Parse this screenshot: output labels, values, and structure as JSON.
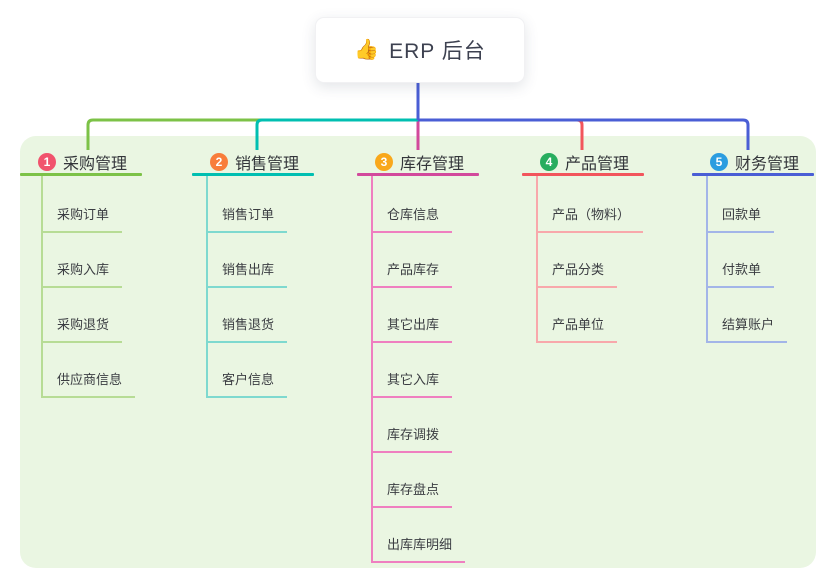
{
  "root_node": {
    "icon": "thumbs-up",
    "icon_char": "👍",
    "label": "ERP 后台"
  },
  "colors": {
    "page_bg": "#ffffff",
    "panel_bg": "#eaf6e2",
    "root_connector": "#4a5ed5",
    "title_text": "#33353a",
    "child_text": "#3b3d42"
  },
  "branches": [
    {
      "badge": "1",
      "label": "采购管理",
      "badge_color": "#f1536d",
      "line_color": "#7cc247",
      "child_line_color": "#b7dc95",
      "children": [
        "采购订单",
        "采购入库",
        "采购退货",
        "供应商信息"
      ]
    },
    {
      "badge": "2",
      "label": "销售管理",
      "badge_color": "#f87d3b",
      "line_color": "#00bfb1",
      "child_line_color": "#7ed9cf",
      "children": [
        "销售订单",
        "销售出库",
        "销售退货",
        "客户信息"
      ]
    },
    {
      "badge": "3",
      "label": "库存管理",
      "badge_color": "#f9a81b",
      "line_color": "#d2499c",
      "child_line_color": "#ef7fc0",
      "children": [
        "仓库信息",
        "产品库存",
        "其它出库",
        "其它入库",
        "库存调拨",
        "库存盘点",
        "出库库明细"
      ]
    },
    {
      "badge": "4",
      "label": "产品管理",
      "badge_color": "#28ad5f",
      "line_color": "#f2555c",
      "child_line_color": "#f8a8ab",
      "children": [
        "产品（物料）",
        "产品分类",
        "产品单位"
      ]
    },
    {
      "badge": "5",
      "label": "财务管理",
      "badge_color": "#2b9de0",
      "line_color": "#4a5ed5",
      "child_line_color": "#a3b5e8",
      "children": [
        "回款单",
        "付款单",
        "结算账户"
      ]
    }
  ]
}
